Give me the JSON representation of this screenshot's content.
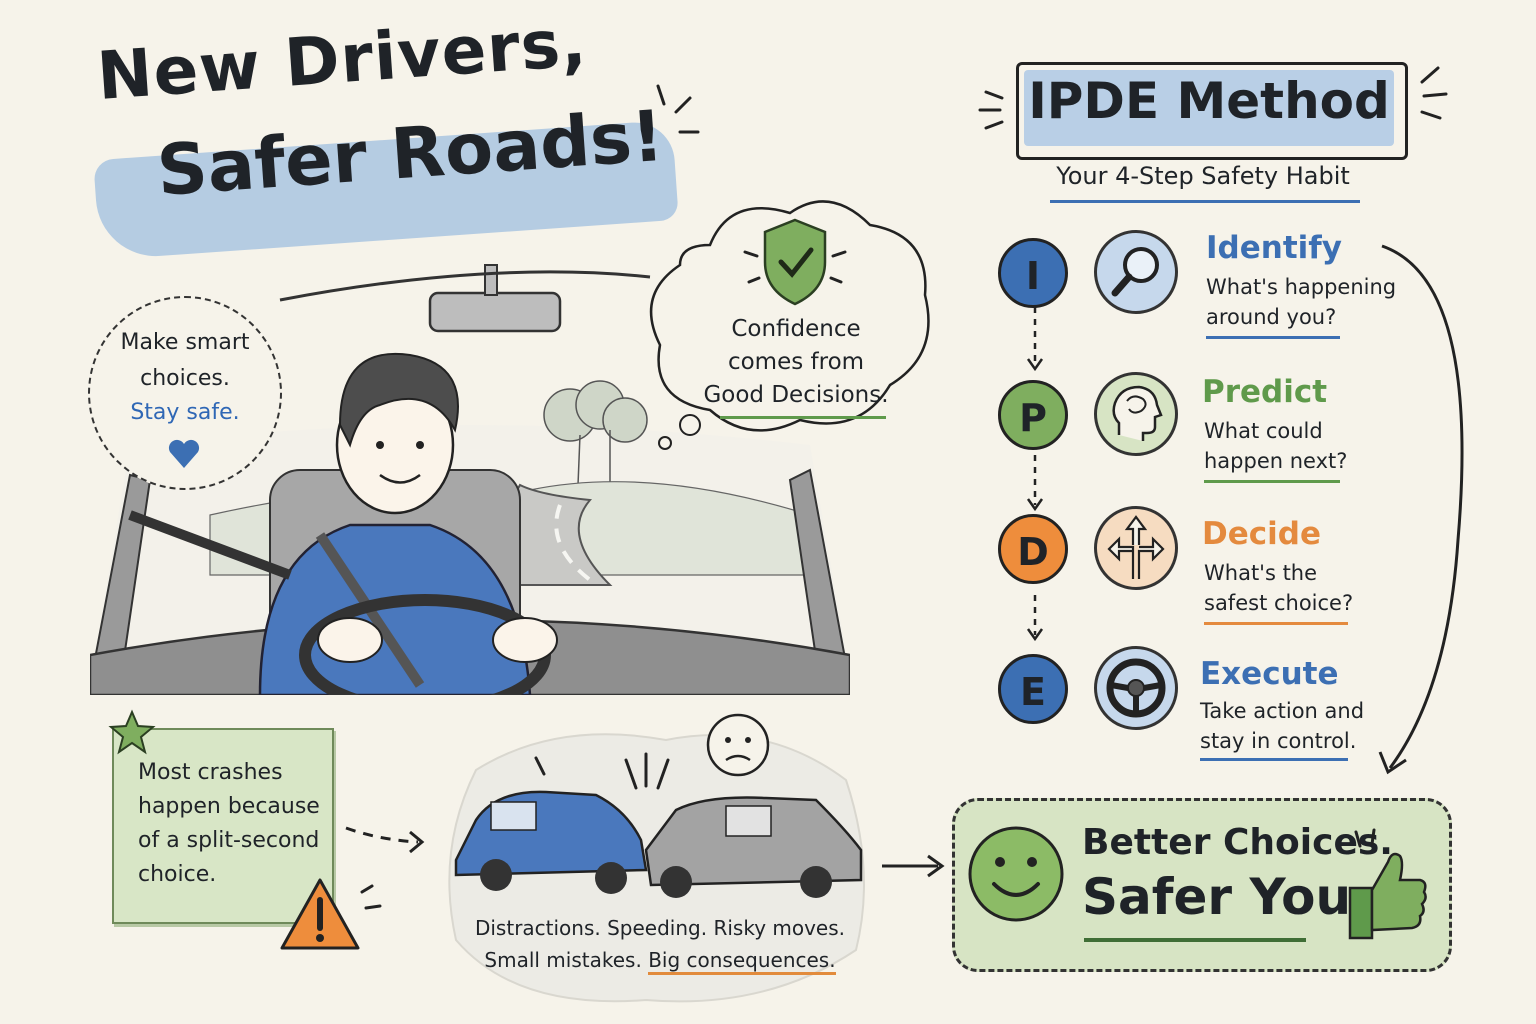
{
  "header": {
    "title_line1": "New Drivers,",
    "title_line2": "Safer Roads!"
  },
  "speech_bubble": {
    "line1": "Make smart",
    "line2": "choices.",
    "line3": "Stay safe."
  },
  "thought_cloud": {
    "line1": "Confidence",
    "line2": "comes from",
    "line3": "Good Decisions."
  },
  "sticky_note": {
    "line1": "Most crashes",
    "line2": "happen because",
    "line3": "of a split-second",
    "line4": "choice."
  },
  "crash": {
    "caption1": "Distractions. Speeding. Risky moves.",
    "caption2_plain": "Small mistakes.",
    "caption2_emph": "Big consequences."
  },
  "ipde": {
    "title": "IPDE Method",
    "subtitle": "Your 4-Step Safety Habit",
    "steps": [
      {
        "letter": "I",
        "name": "Identify",
        "line1": "What's happening",
        "line2": "around you?",
        "color": "#3c6fb3",
        "icon": "magnifier-icon"
      },
      {
        "letter": "P",
        "name": "Predict",
        "line1": "What could",
        "line2": "happen next?",
        "color": "#5f9a4b",
        "icon": "brain-head-icon"
      },
      {
        "letter": "D",
        "name": "Decide",
        "line1": "What's the",
        "line2": "safest choice?",
        "color": "#e48a3e",
        "icon": "split-arrows-icon"
      },
      {
        "letter": "E",
        "name": "Execute",
        "line1": "Take action and",
        "line2": "stay in control.",
        "color": "#3c6fb3",
        "icon": "steering-wheel-icon"
      }
    ]
  },
  "result": {
    "line1": "Better Choices.",
    "line2": "Safer You."
  },
  "colors": {
    "blue": "#3c6fb3",
    "green": "#5f9a4b",
    "orange": "#e48a3e",
    "paper": "#f6f3ea"
  }
}
